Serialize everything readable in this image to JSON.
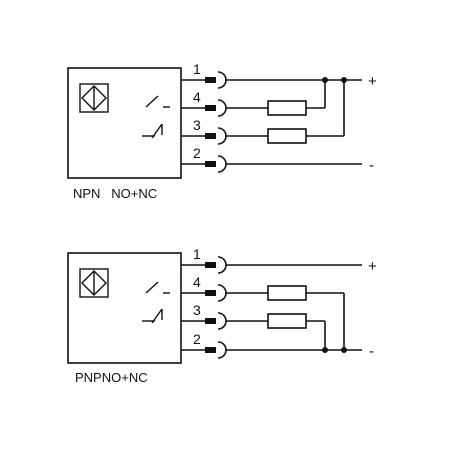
{
  "diagrams": [
    {
      "caption": "NPN   NO+NC",
      "pins": [
        "1",
        "4",
        "3",
        "2"
      ],
      "supply_positive": "+",
      "supply_negative": "-"
    },
    {
      "caption": "PNPNO+NC",
      "pins": [
        "1",
        "4",
        "3",
        "2"
      ],
      "supply_positive": "+",
      "supply_negative": "-"
    }
  ],
  "colors": {
    "line": "#111111",
    "background": "#ffffff"
  }
}
